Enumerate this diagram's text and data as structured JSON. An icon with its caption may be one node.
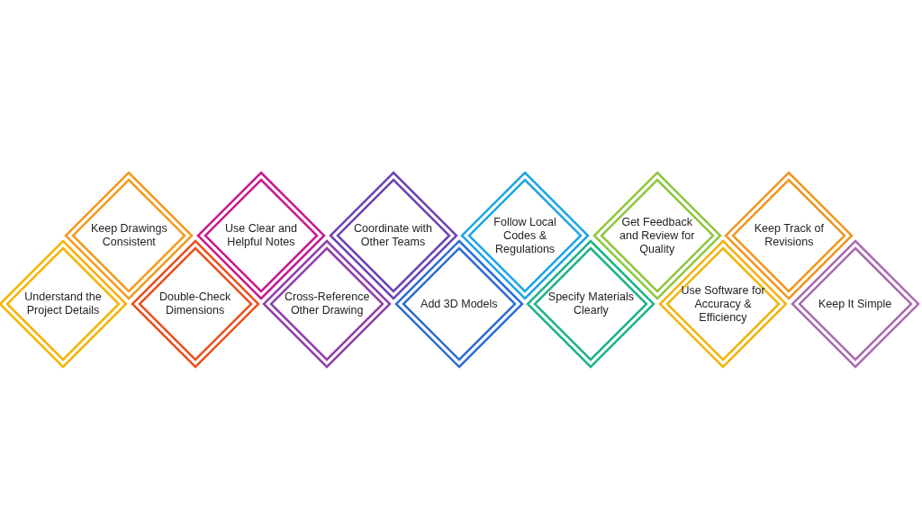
{
  "diagram": {
    "nodes": [
      {
        "text": [
          "Understand the Project Details"
        ]
      },
      {
        "text": [
          "Keep Drawings Consistent"
        ]
      },
      {
        "text": [
          "Double-Check Dimensions"
        ]
      },
      {
        "text": [
          "Use Clear and Helpful Notes"
        ]
      },
      {
        "text": [
          "Cross-Reference Other Drawing"
        ]
      },
      {
        "text": [
          "Coordinate with Other Teams"
        ]
      },
      {
        "text": [
          "Add 3D Models"
        ]
      },
      {
        "text": [
          "Follow Local Codes & Regulations"
        ]
      },
      {
        "text": [
          "Specify Materials Clearly"
        ]
      },
      {
        "text": [
          "Get Feedback and Review for Quality"
        ]
      },
      {
        "text": [
          "Use Software for Accuracy & Efficiency"
        ]
      },
      {
        "text": [
          "Keep Track of Revisions"
        ]
      },
      {
        "text": [
          "Keep It Simple"
        ]
      }
    ],
    "edges": []
  }
}
